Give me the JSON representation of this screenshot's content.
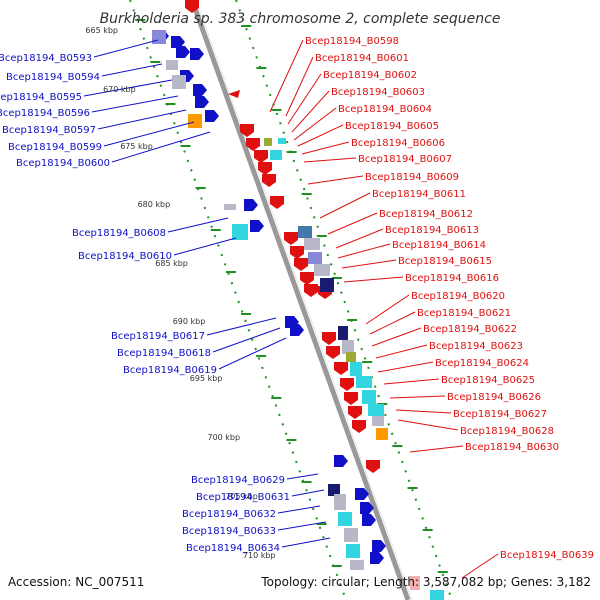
{
  "title": "Burkholderia sp. 383 chromosome 2, complete sequence",
  "footer": {
    "accession": "Accession: NC_007511",
    "topology": "Topology: circular; Length: 3,587,082 bp; Genes: 3,182"
  },
  "scale_labels": [
    "665 kbp",
    "670 kbp",
    "675 kbp",
    "680 kbp",
    "685 kbp",
    "690 kbp",
    "695 kbp",
    "700 kbp",
    "705 kbp",
    "710 kbp"
  ],
  "left_genes": [
    "Bcep18194_B0593",
    "Bcep18194_B0594",
    "Bcep18194_B0595",
    "Bcep18194_B0596",
    "Bcep18194_B0597",
    "Bcep18194_B0599",
    "Bcep18194_B0600",
    "Bcep18194_B0608",
    "Bcep18194_B0610",
    "Bcep18194_B0617",
    "Bcep18194_B0618",
    "Bcep18194_B0619",
    "Bcep18194_B0629",
    "Bcep18194_B0631",
    "Bcep18194_B0632",
    "Bcep18194_B0633",
    "Bcep18194_B0634"
  ],
  "right_genes": [
    "Bcep18194_B0598",
    "Bcep18194_B0601",
    "Bcep18194_B0602",
    "Bcep18194_B0603",
    "Bcep18194_B0604",
    "Bcep18194_B0605",
    "Bcep18194_B0606",
    "Bcep18194_B0607",
    "Bcep18194_B0609",
    "Bcep18194_B0611",
    "Bcep18194_B0612",
    "Bcep18194_B0613",
    "Bcep18194_B0614",
    "Bcep18194_B0615",
    "Bcep18194_B0616",
    "Bcep18194_B0620",
    "Bcep18194_B0621",
    "Bcep18194_B0622",
    "Bcep18194_B0623",
    "Bcep18194_B0624",
    "Bcep18194_B0625",
    "Bcep18194_B0626",
    "Bcep18194_B0627",
    "Bcep18194_B0628",
    "Bcep18194_B0630",
    "Bcep18194_B0639"
  ],
  "colors": {
    "forward_strand": "#e01010",
    "reverse_strand": "#1010c8",
    "backbone": "#999999",
    "ticks": "#209020",
    "category_cyan": "#33d6e0",
    "category_orange": "#ff9900",
    "category_grey": "#b8b8c8",
    "category_navy": "#1a1a70",
    "category_lavender": "#8888d8",
    "category_steel": "#4477aa",
    "category_olive": "#9aaa33"
  }
}
